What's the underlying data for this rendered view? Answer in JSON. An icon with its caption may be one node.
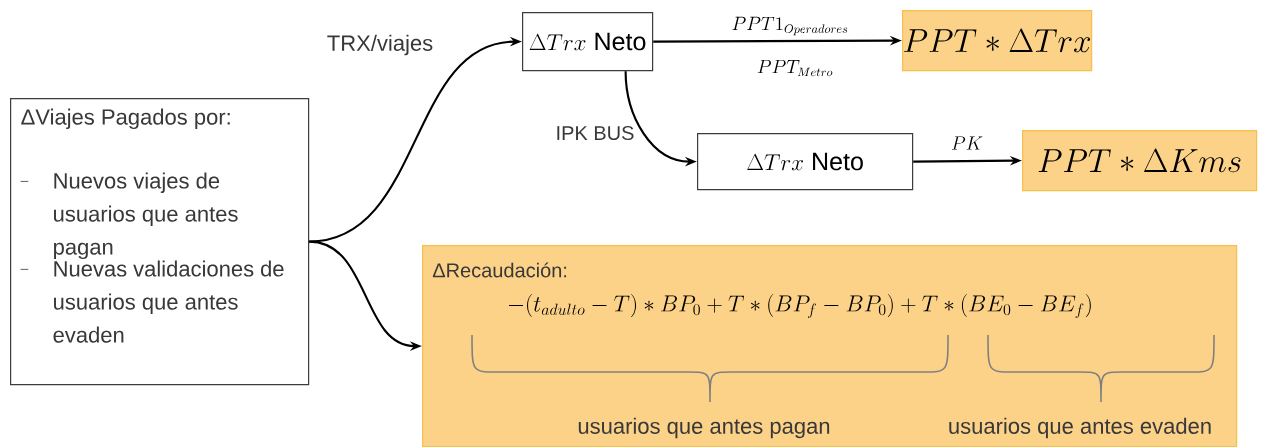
{
  "diagram": {
    "nodes": [
      {
        "text": [
          "ΔViajes Pagados por:",
          "Nuevos viajes de usuarios que antes pagan",
          "Nuevas validaciones de usuarios que antes evaden"
        ]
      },
      {
        "text": [
          "\\Delta Trx\\ \\text{Neto}"
        ]
      },
      {
        "text": [
          "PPT\\ast\\Delta Trx"
        ]
      },
      {
        "text": [
          "\\Delta Trx\\ \\text{Neto}"
        ]
      },
      {
        "text": [
          "PPT\\ast\\Delta Kms"
        ]
      },
      {
        "text": [
          "ΔRecaudación:",
          "-(t_{adulto}-T)\\ast BP_0+T\\ast\\left(BP_f-BP_0\\right)+T\\ast\\left(BE_0-BE_f\\right)",
          "usuarios que antes pagan",
          "usuarios que antes evaden"
        ]
      }
    ],
    "edges": [
      {
        "from": 0,
        "to": 1,
        "arrow": "to",
        "label": "TRX/viajes"
      },
      {
        "from": 1,
        "to": 2,
        "arrow": "to",
        "label": "PPT1_{Operadores}"
      },
      {
        "from": 1,
        "to": 3,
        "arrow": "to",
        "label": "IPK BUS"
      },
      {
        "from": 3,
        "to": 4,
        "arrow": "to",
        "label": "PK"
      },
      {
        "from": 0,
        "to": 5,
        "arrow": "to"
      }
    ],
    "labels": [
      "PPT_{Metro}"
    ]
  }
}
